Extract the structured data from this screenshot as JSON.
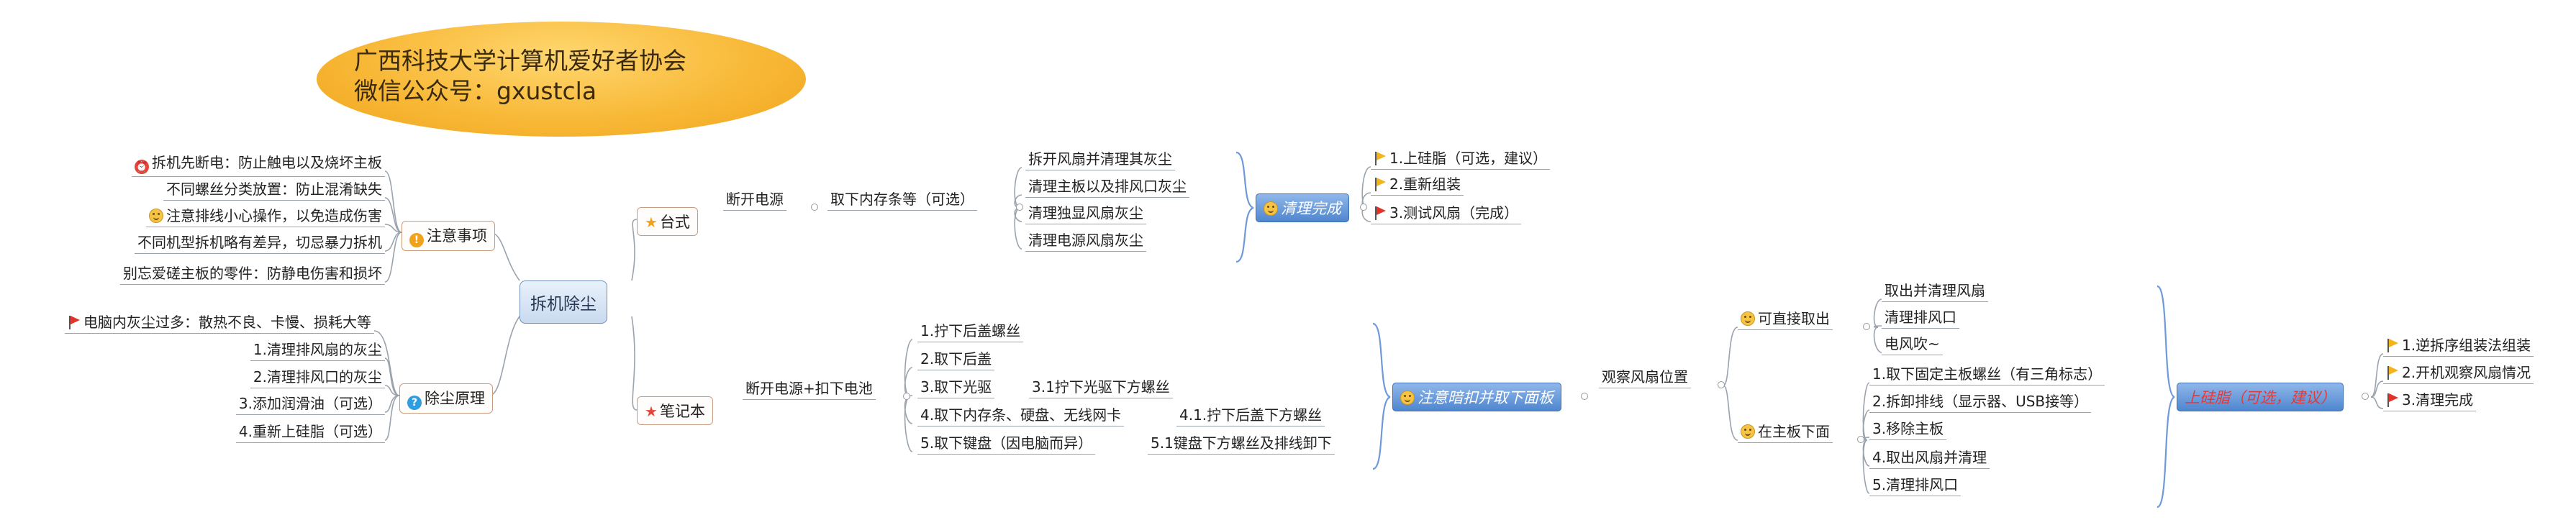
{
  "banner": {
    "line1": "广西科技大学计算机爱好者协会",
    "line2": "微信公众号：gxustcla"
  },
  "root": "拆机除尘",
  "notes": {
    "title": "注意事项",
    "items": [
      "拆机先断电：防止触电以及烧坏主板",
      "不同螺丝分类放置：防止混淆缺失",
      "注意排线小心操作，以免造成伤害",
      "不同机型拆机略有差异，切忌暴力拆机",
      "别忘爱磋主板的零件：防静电伤害和损坏"
    ]
  },
  "principle": {
    "title": "除尘原理",
    "items": [
      "电脑内灰尘过多：散热不良、卡慢、损耗大等",
      "1.清理排风扇的灰尘",
      "2.清理排风口的灰尘",
      "3.添加润滑油（可选）",
      "4.重新上硅脂（可选）"
    ]
  },
  "desktop": {
    "title": "台式",
    "step1": "断开电源",
    "step2": "取下内存条等（可选）",
    "tasks": [
      "拆开风扇并清理其灰尘",
      "清理主板以及排风口灰尘",
      "清理独显风扇灰尘",
      "清理电源风扇灰尘"
    ],
    "done": "清理完成",
    "final": [
      "1.上硅脂（可选，建议）",
      "2.重新组装",
      "3.测试风扇（完成）"
    ]
  },
  "laptop": {
    "title": "笔记本",
    "step1": "断开电源+扣下电池",
    "steps": [
      {
        "main": "1.拧下后盖螺丝",
        "sub": ""
      },
      {
        "main": "2.取下后盖",
        "sub": ""
      },
      {
        "main": "3.取下光驱",
        "sub": "3.1拧下光驱下方螺丝"
      },
      {
        "main": "4.取下内存条、硬盘、无线网卡",
        "sub": "4.1.拧下后盖下方螺丝"
      },
      {
        "main": "5.取下键盘（因电脑而异）",
        "sub": "5.1键盘下方螺丝及排线卸下"
      }
    ],
    "caution": "注意暗扣并取下面板",
    "observe": "观察风扇位置",
    "direct": {
      "title": "可直接取出",
      "items": [
        "取出并清理风扇",
        "清理排风口",
        "电风吹~"
      ]
    },
    "under": {
      "title": "在主板下面",
      "items": [
        "1.取下固定主板螺丝（有三角标志）",
        "2.拆卸排线（显示器、USB接等）",
        "3.移除主板",
        "4.取出风扇并清理",
        "5.清理排风口"
      ]
    },
    "grease": "上硅脂（可选，建议）",
    "final": [
      "1.逆拆序组装法组装",
      "2.开机观察风扇情况",
      "3.清理完成"
    ]
  },
  "colors": {
    "line": "#9aa3ad",
    "flag_yellow": "#f3b31b",
    "flag_red": "#e2332b",
    "icon_warn": "#f0a21c",
    "icon_red": "#e2473b",
    "icon_help": "#2f9ee0",
    "star": "#f0a21c",
    "star_red": "#e2473b"
  }
}
